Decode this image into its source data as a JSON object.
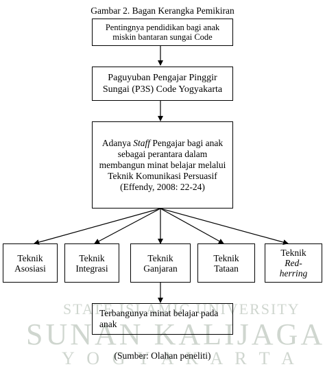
{
  "caption": "Gambar 2. Bagan Kerangka Pemikiran",
  "box1": {
    "line1": "Pentingnya pendidikan bagi anak",
    "line2": "miskin bantaran sungai Code"
  },
  "box2": {
    "line1": "Paguyuban Pengajar Pinggir",
    "line2": "Sungai (P3S) Code Yogyakarta"
  },
  "box3": {
    "line1a": "Adanya ",
    "line1b": "Staff",
    "line1c": " Pengajar bagi anak",
    "line2": "sebagai perantara dalam",
    "line3": "membangun minat belajar melalui",
    "line4": "Teknik Komunikasi Persuasif",
    "line5": "(Effendy, 2008: 22-24)"
  },
  "techniques": [
    {
      "line1": "Teknik",
      "line2": "Asosiasi"
    },
    {
      "line1": "Teknik",
      "line2": "Integrasi"
    },
    {
      "line1": "Teknik",
      "line2": "Ganjaran"
    },
    {
      "line1": "Teknik",
      "line2": "Tataan"
    },
    {
      "line1": "Teknik",
      "line2": "Red-",
      "line3": "herring"
    }
  ],
  "result": {
    "line1": "Terbangunya minat belajar pada",
    "line2": "anak"
  },
  "source": "(Sumber: Olahan peneliti)",
  "watermark": {
    "line1": "STATE ISLAMIC UNIVERSITY",
    "line2": "SUNAN KALIJAGA",
    "line3": "Y O G Y A K A R T A"
  }
}
